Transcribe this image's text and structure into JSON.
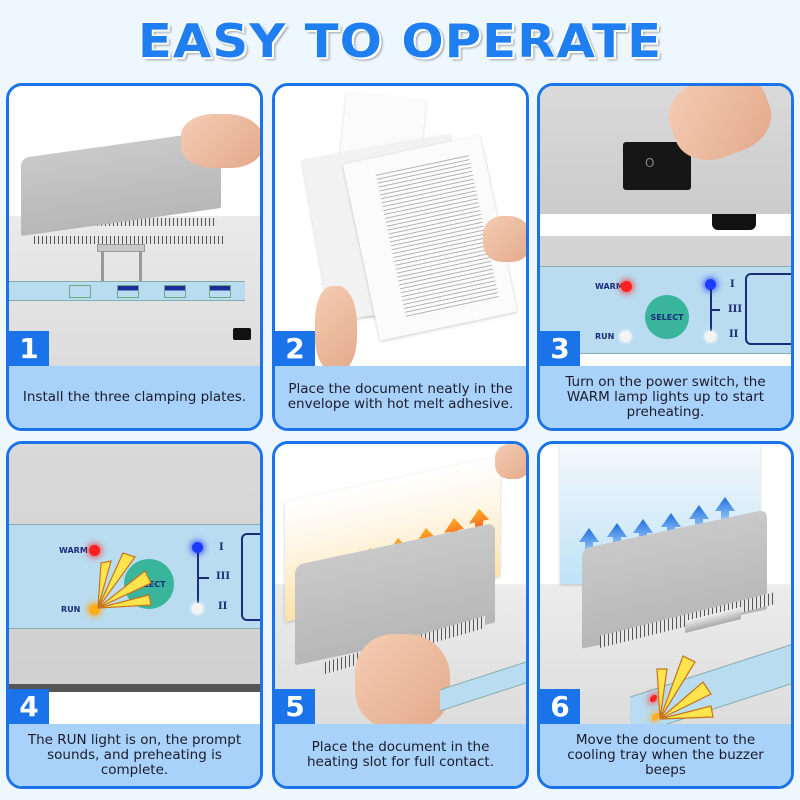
{
  "title": "EASY TO OPERATE",
  "colors": {
    "accent": "#1a73e8",
    "title": "#1f7ff0",
    "caption_bg": "#a9d2fb",
    "background": "#eef6fe",
    "warm_led": "#ff2020",
    "run_led": "#ffae1c",
    "mode_led": "#1c3cff",
    "select_button": "#39b59c"
  },
  "panel_labels": {
    "warm": "WARM",
    "run": "RUN",
    "select": "SELECT",
    "mode_1": "I",
    "mode_3": "III",
    "mode_2": "II",
    "switch_off": "O",
    "switch_on": "—"
  },
  "steps": [
    {
      "number": "1",
      "caption": "Install the three clamping plates.",
      "image": "hand-installing-clamping-plate"
    },
    {
      "number": "2",
      "caption": "Place the document neatly in the envelope with hot melt adhesive.",
      "image": "hands-holding-document-and-envelope"
    },
    {
      "number": "3",
      "caption": "Turn on the power switch, the WARM lamp lights up to start preheating.",
      "image": "finger-pressing-power-switch"
    },
    {
      "number": "4",
      "caption": "The RUN light is on, the prompt sounds, and preheating is complete.",
      "image": "control-panel-run-light-on"
    },
    {
      "number": "5",
      "caption": "Place the document in the heating slot for full contact.",
      "image": "document-in-heating-slot"
    },
    {
      "number": "6",
      "caption": "Move the document to the cooling tray when the buzzer beeps",
      "image": "document-cooling-with-buzzer"
    }
  ]
}
